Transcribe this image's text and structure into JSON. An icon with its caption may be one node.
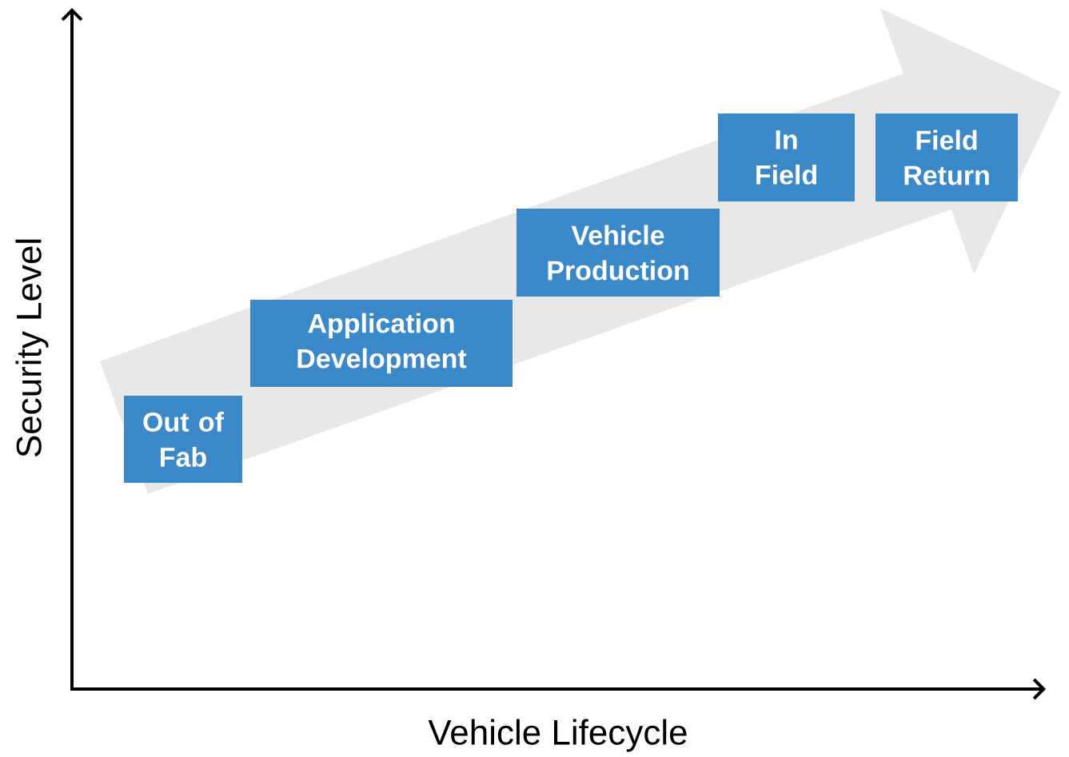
{
  "diagram": {
    "nodes": [
      {
        "text": [
          "Out of Fab"
        ]
      },
      {
        "text": [
          "Application Development"
        ]
      },
      {
        "text": [
          "Vehicle Production"
        ]
      },
      {
        "text": [
          "In Field"
        ]
      },
      {
        "text": [
          "Field Return"
        ]
      }
    ],
    "labels": [
      "Security Level",
      "Vehicle Lifecycle"
    ]
  }
}
